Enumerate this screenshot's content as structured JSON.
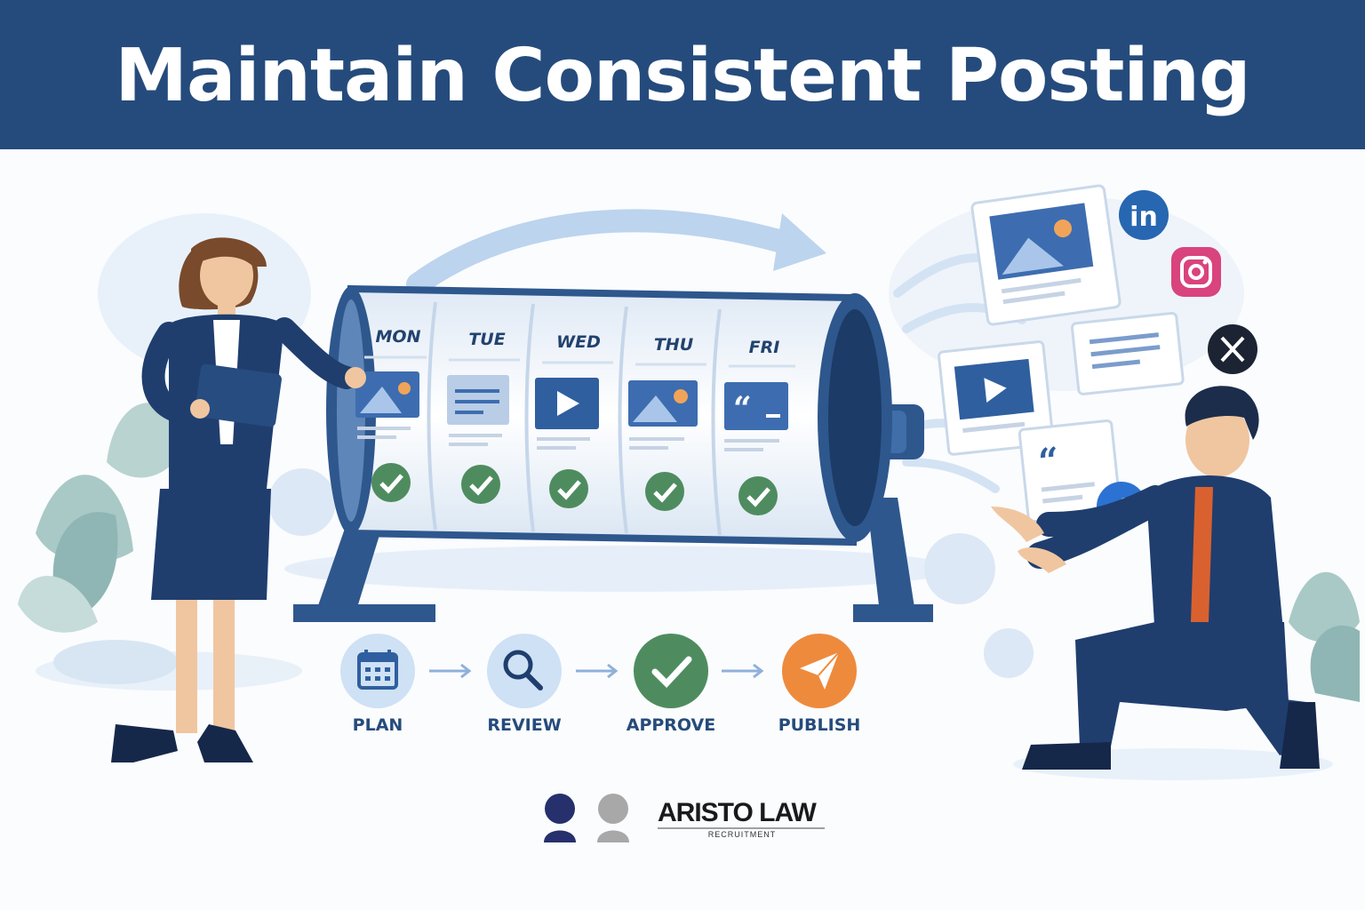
{
  "header": {
    "title": "Maintain Consistent Posting"
  },
  "schedule": {
    "days": [
      {
        "label": "MON",
        "content_icon": "image-icon"
      },
      {
        "label": "TUE",
        "content_icon": "text-icon"
      },
      {
        "label": "WED",
        "content_icon": "video-icon"
      },
      {
        "label": "THU",
        "content_icon": "image-icon"
      },
      {
        "label": "FRI",
        "content_icon": "quote-icon"
      }
    ],
    "status_icon": "checkmark-icon"
  },
  "workflow": {
    "steps": [
      {
        "label": "PLAN",
        "icon": "calendar-icon"
      },
      {
        "label": "REVIEW",
        "icon": "magnifier-icon"
      },
      {
        "label": "APPROVE",
        "icon": "checkmark-icon"
      },
      {
        "label": "PUBLISH",
        "icon": "paper-plane-icon"
      }
    ]
  },
  "social": {
    "icons": [
      "linkedin-icon",
      "instagram-icon",
      "x-icon",
      "facebook-icon"
    ]
  },
  "brand": {
    "name": "ARISTO LAW",
    "sub": "RECRUITMENT"
  },
  "colors": {
    "navy": "#254b7c",
    "green": "#4e8c5f",
    "orange": "#ee8a3c",
    "light_blue": "#cfe1f4"
  }
}
